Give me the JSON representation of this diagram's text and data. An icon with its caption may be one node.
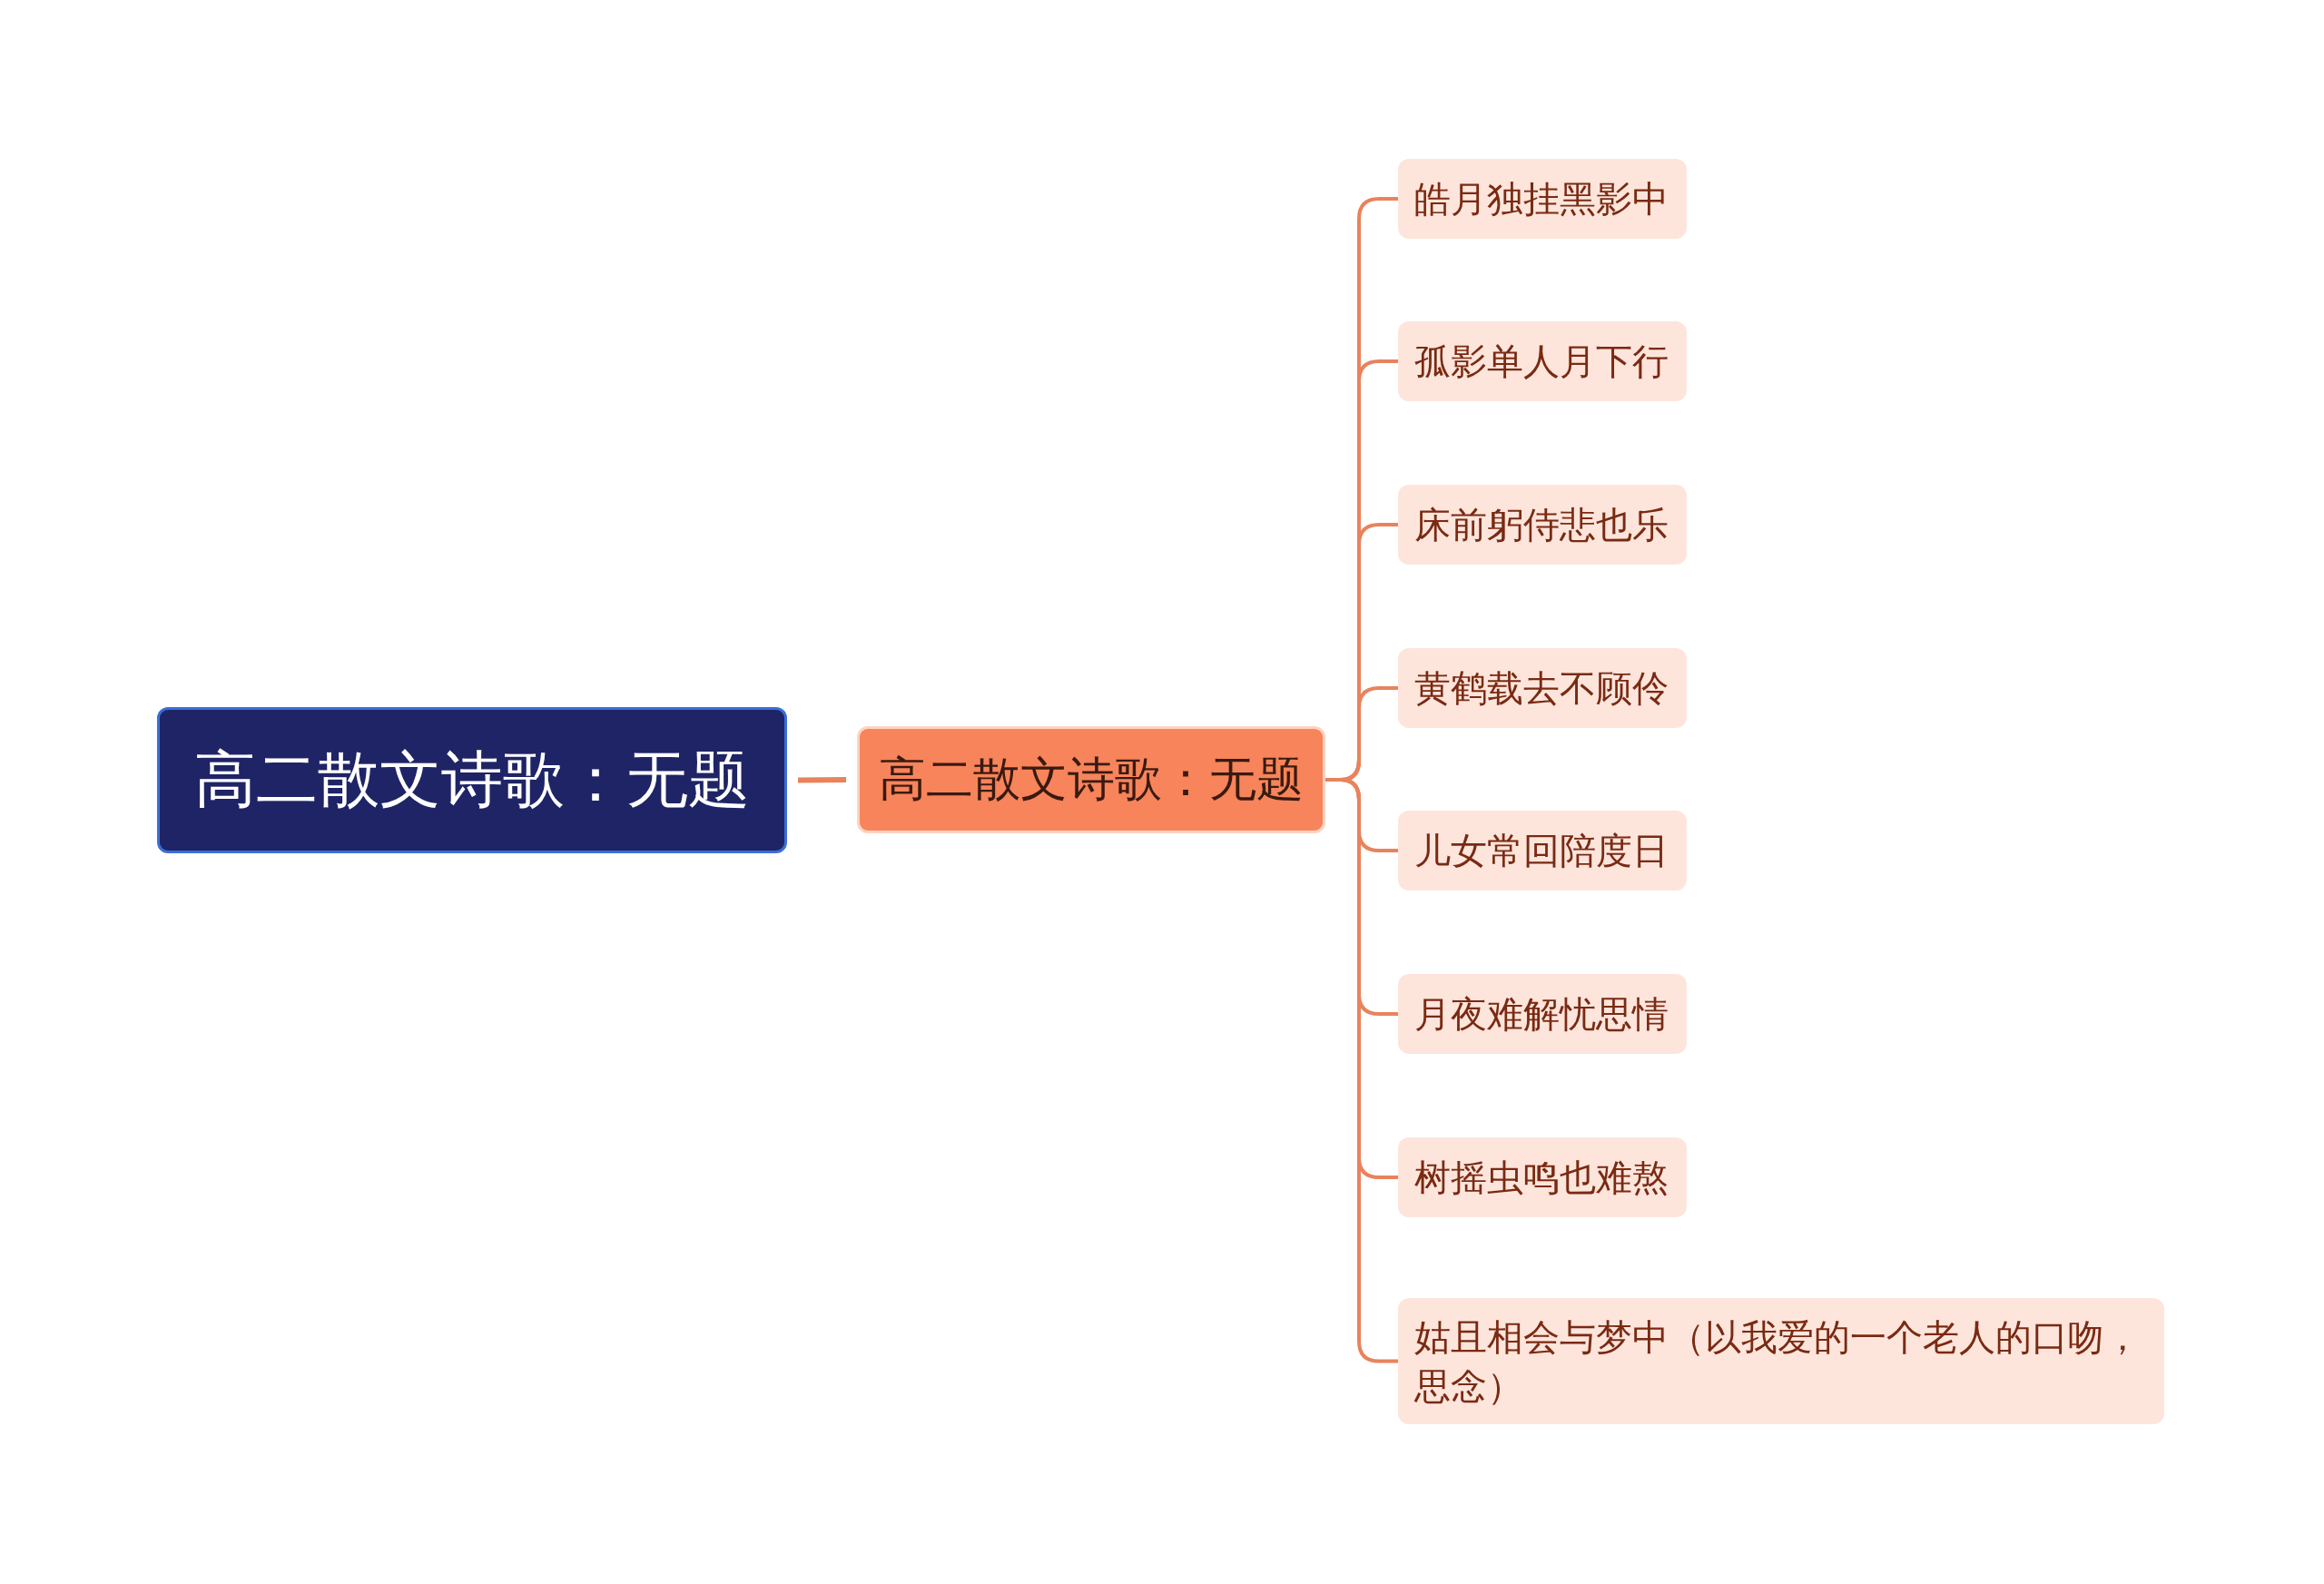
{
  "diagram": {
    "nodes": [
      {
        "text": [
          "高二散文诗歌：无题"
        ]
      },
      {
        "text": [
          "高二散文诗歌：无题"
        ]
      },
      {
        "text": [
          "皓月独挂黑影中"
        ]
      },
      {
        "text": [
          "孤影单人月下行"
        ]
      },
      {
        "text": [
          "床前躬侍悲也乐"
        ]
      },
      {
        "text": [
          "黄鹤载去不顾伶"
        ]
      },
      {
        "text": [
          "儿女常回陪度日"
        ]
      },
      {
        "text": [
          "月夜难解忧思情"
        ]
      },
      {
        "text": [
          "树摇虫鸣也难熬"
        ]
      },
      {
        "text": [
          "姑且相会与梦中（以我爱的一个老人的口吻，思念）"
        ]
      }
    ],
    "edges": [
      {
        "from": 0,
        "to": 1,
        "arrow": "none"
      },
      {
        "from": 1,
        "to": 2,
        "arrow": "none"
      },
      {
        "from": 1,
        "to": 3,
        "arrow": "none"
      },
      {
        "from": 1,
        "to": 4,
        "arrow": "none"
      },
      {
        "from": 1,
        "to": 5,
        "arrow": "none"
      },
      {
        "from": 1,
        "to": 6,
        "arrow": "none"
      },
      {
        "from": 1,
        "to": 7,
        "arrow": "none"
      },
      {
        "from": 1,
        "to": 8,
        "arrow": "none"
      },
      {
        "from": 1,
        "to": 9,
        "arrow": "none"
      }
    ]
  }
}
